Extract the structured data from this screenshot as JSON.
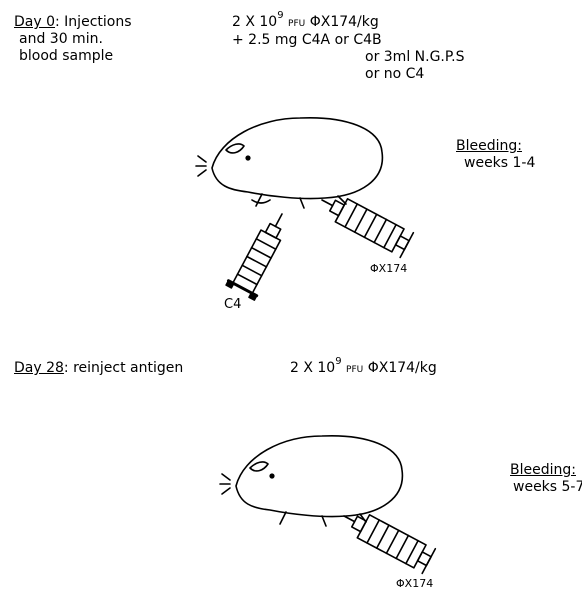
{
  "day0": {
    "label": "Day 0",
    "text": ": Injections",
    "line2": "and 30 min.",
    "line3": "blood sample",
    "dose_prefix": "2 X 10",
    "dose_exp": "9",
    "dose_pfu": "PFU",
    "dose_suffix": "ΦX174/kg",
    "c4_line1": "+ 2.5 mg C4A or C4B",
    "c4_line2": "or 3ml N.G.P.S",
    "c4_line3": "or no C4"
  },
  "bleed1": {
    "title": "Bleeding:",
    "weeks": "weeks 1-4"
  },
  "syringe_labels": {
    "c4": "C4",
    "phage1": "ΦX174",
    "phage2": "ΦX174"
  },
  "day28": {
    "label": "Day 28",
    "text": ": reinject antigen",
    "dose_prefix": "2 X 10",
    "dose_exp": "9",
    "dose_pfu": "PFU",
    "dose_suffix": "ΦX174/kg"
  },
  "bleed2": {
    "title": "Bleeding:",
    "weeks": "weeks 5-7"
  }
}
